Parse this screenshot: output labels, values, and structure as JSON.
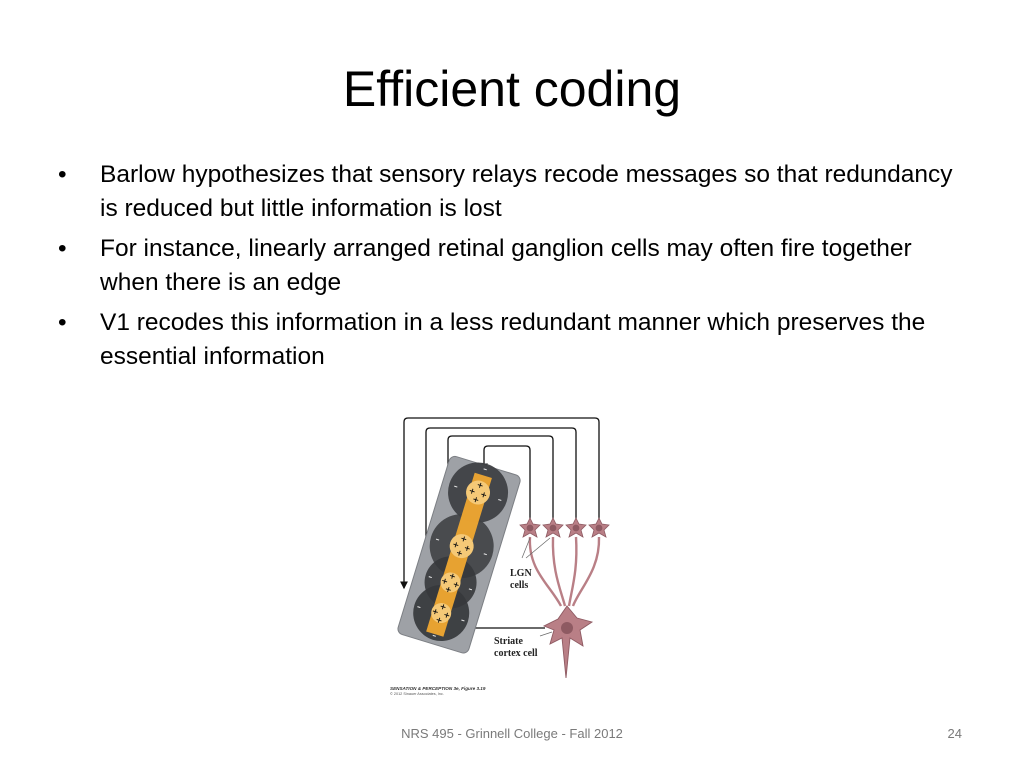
{
  "slide": {
    "title": "Efficient coding",
    "bullets": [
      "Barlow hypothesizes that sensory relays recode messages so that redundancy is reduced but little information is lost",
      "For instance, linearly arranged retinal ganglion cells may often fire together when there is an edge",
      "V1 recodes this information in a less redundant manner which preserves the essential information"
    ],
    "bullet_glyph": "•"
  },
  "figure": {
    "label_lgn": [
      "LGN",
      "cells"
    ],
    "label_striate": [
      "Striate",
      "cortex cell"
    ],
    "caption_line1": "SENSATION & PERCEPTION 3e, Figure 3.19",
    "caption_line2": "© 2012 Sinauer Associates, Inc.",
    "colors": {
      "field": "#3f4145",
      "bar": "#f0a830",
      "neuron": "#b97f86",
      "neuron_dark": "#8e5a62"
    }
  },
  "footer": {
    "text": "NRS 495 - Grinnell College - Fall 2012",
    "page_number": "24"
  }
}
